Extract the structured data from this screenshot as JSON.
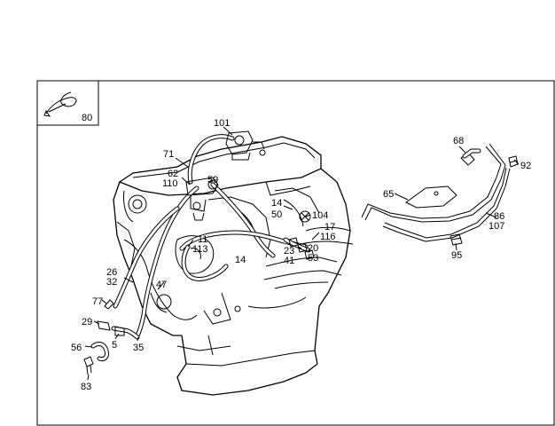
{
  "diagram": {
    "inset_label": "80",
    "callouts": {
      "c101": "101",
      "c71": "71",
      "c62": "62",
      "c110": "110",
      "c59": "59",
      "c68": "68",
      "c92": "92",
      "c65": "65",
      "c86": "86",
      "c107": "107",
      "c95": "95",
      "c14a": "14",
      "c50": "50",
      "c104": "104",
      "c17": "17",
      "c116": "116",
      "c20": "20",
      "c53": "53",
      "c23": "23",
      "c41": "41",
      "c11": "11",
      "c113": "113",
      "c14b": "14",
      "c26": "26",
      "c32": "32",
      "c47": "47",
      "c77": "77",
      "c29": "29",
      "c5": "5",
      "c35": "35",
      "c56": "56",
      "c83": "83"
    }
  }
}
